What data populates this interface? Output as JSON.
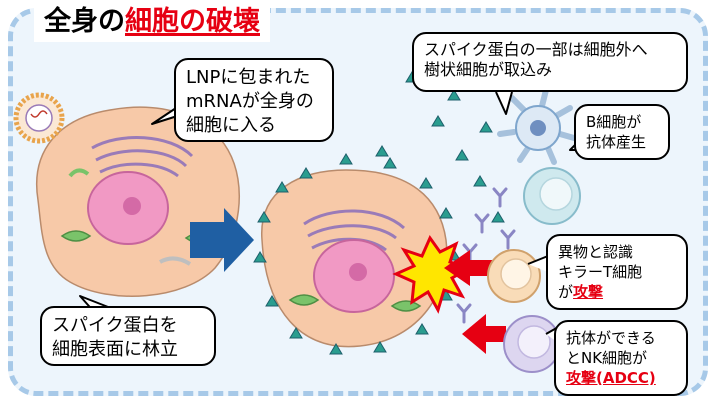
{
  "title": {
    "prefix": "全身の",
    "highlight": "細胞の破壊"
  },
  "bubbles": {
    "lnp": {
      "lines": [
        "LNPに包まれた",
        "mRNAが全身の",
        "細胞に入る"
      ]
    },
    "spike_surface": {
      "lines": [
        "スパイク蛋白を",
        "細胞表面に林立"
      ]
    },
    "dendritic": {
      "lines": [
        "スパイク蛋白の一部は細胞外へ",
        "樹状細胞が取込み"
      ]
    },
    "bcell": {
      "lines": [
        "B細胞が",
        "抗体産生"
      ]
    },
    "killer": {
      "line1": "異物と認識",
      "line2": "キラーT細胞",
      "line3_prefix": "が",
      "line3_attack": "攻撃"
    },
    "nk": {
      "line1": "抗体ができる",
      "line2": "とNK細胞が",
      "line3_attack": "攻撃(ADCC)"
    }
  },
  "colors": {
    "frame": "#a7c9e8",
    "accent_red": "#e60012",
    "arrow_blue": "#1f5fa3",
    "cell": "#f7c9a8",
    "nucleus": "#f199c4"
  }
}
